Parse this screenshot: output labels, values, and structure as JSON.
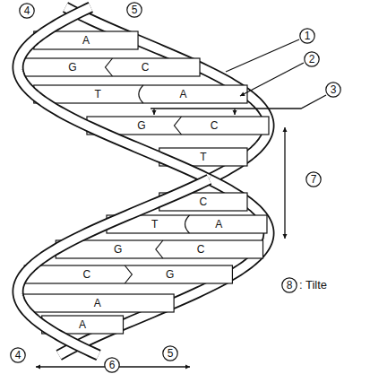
{
  "diagram": {
    "nodes": [
      {
        "text": [
          "4"
        ]
      },
      {
        "text": [
          "5"
        ]
      },
      {
        "text": [
          "1"
        ]
      },
      {
        "text": [
          "2"
        ]
      },
      {
        "text": [
          "3"
        ]
      },
      {
        "text": [
          "7"
        ]
      },
      {
        "text": [
          "8"
        ]
      },
      {
        "text": [
          "4"
        ]
      },
      {
        "text": [
          "6"
        ]
      },
      {
        "text": [
          "5"
        ]
      }
    ],
    "labels": [
      "A",
      "G",
      "C",
      "T",
      "A",
      "G",
      "C",
      "T",
      "C",
      "T",
      "A",
      "G",
      "C",
      "C",
      "G",
      "A",
      "A",
      ": Tilte"
    ]
  }
}
